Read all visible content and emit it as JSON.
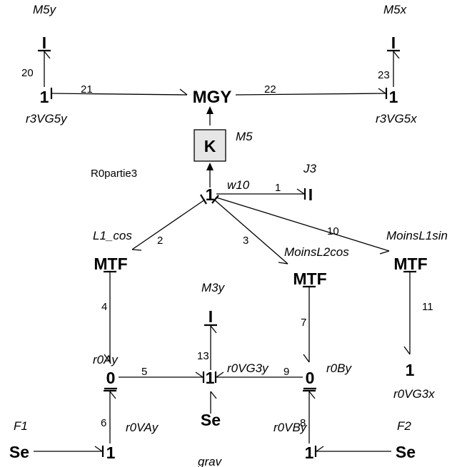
{
  "elements": {
    "mgy": "MGY",
    "k": "K",
    "i": "I",
    "one": "1",
    "zero": "0",
    "mtf": "MTF",
    "se": "Se"
  },
  "labels": {
    "m5y": "M5y",
    "m5x": "M5x",
    "r3vg5y": "r3VG5y",
    "r3vg5x": "r3VG5x",
    "m5": "M5",
    "r0partie3": "R0partie3",
    "j3": "J3",
    "w10": "w10",
    "l1_cos": "L1_cos",
    "moinsl2cos": "MoinsL2cos",
    "moinsl1sin": "MoinsL1sin",
    "m3y": "M3y",
    "r0ay": "r0Ay",
    "r0vg3y": "r0VG3y",
    "r0by": "r0By",
    "r0vg3x": "r0VG3x",
    "f1": "F1",
    "r0vay": "r0VAy",
    "r0vby": "r0VBy",
    "f2": "F2",
    "grav": "grav"
  },
  "bonds": [
    "1",
    "2",
    "3",
    "4",
    "5",
    "6",
    "7",
    "8",
    "9",
    "10",
    "11",
    "13",
    "20",
    "21",
    "22",
    "23"
  ]
}
